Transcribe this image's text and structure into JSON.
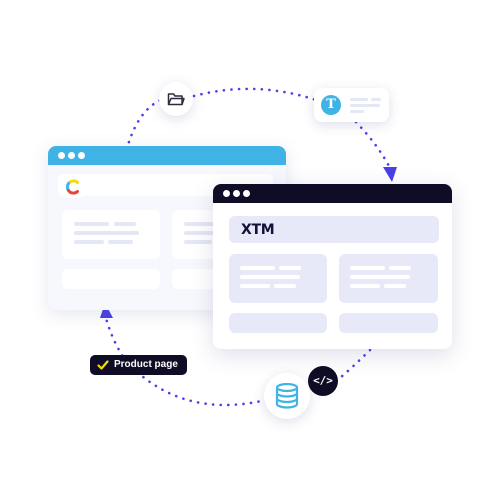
{
  "badge": {
    "label": "Product page"
  },
  "logos": {
    "front_window": "XTM",
    "text_icon": "T",
    "code_icon": "</>"
  },
  "icons": {
    "folder": "folder-icon",
    "database": "database-icon",
    "code": "code-icon",
    "text": "text-icon",
    "check": "check-icon",
    "cms_logo": "contentful-logo-icon"
  },
  "colors": {
    "accent_blue": "#3fb3e6",
    "dark_navy": "#0f0c26",
    "arrow_purple": "#4b3fe8",
    "check_yellow": "#f5d90a",
    "card_lavender": "#e8e9f8"
  }
}
